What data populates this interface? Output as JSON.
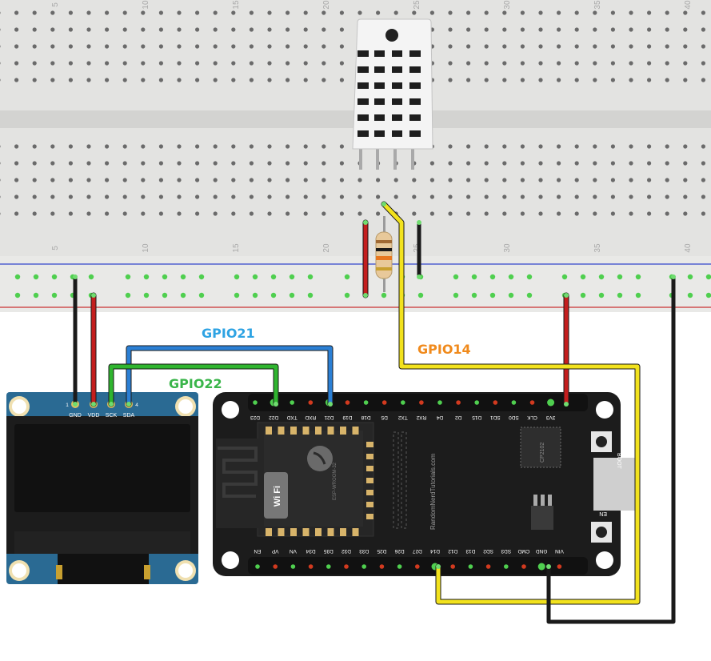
{
  "colors": {
    "breadboard": "#e3e3e1",
    "board_dark": "#1c1c1c",
    "oled_pcb": "#2a6a93",
    "wire_red": "#c41e1e",
    "wire_black": "#1a1a1a",
    "wire_yellow": "#f2e21d",
    "wire_blue": "#2b7fd4",
    "wire_green": "#2fb52f",
    "label_gpio21": "#2ea3e3",
    "label_gpio22": "#3ab54a",
    "label_gpio14": "#f08a1c"
  },
  "breadboard": {
    "column_numbers": [
      "5",
      "10",
      "15",
      "20",
      "25",
      "30",
      "35",
      "40"
    ]
  },
  "wire_labels": {
    "gpio21": "GPIO21",
    "gpio22": "GPIO22",
    "gpio14": "GPIO14"
  },
  "oled": {
    "pin_numbers": [
      "1",
      "4"
    ],
    "pins": [
      "GND",
      "VDD",
      "SCK",
      "SDA"
    ]
  },
  "esp32": {
    "top_pins": [
      "D23",
      "D22",
      "TXD",
      "RXD",
      "D21",
      "D19",
      "D18",
      "D5",
      "TX2",
      "RX2",
      "D4",
      "D2",
      "D15",
      "SD1",
      "SD0",
      "CLK",
      "3V3"
    ],
    "bottom_pins": [
      "EN",
      "VP",
      "VN",
      "D34",
      "D35",
      "D32",
      "D33",
      "D25",
      "D26",
      "D27",
      "D14",
      "D12",
      "D13",
      "SD2",
      "SD3",
      "CMD",
      "GND",
      "VIN"
    ],
    "module_label": "ESP-WROOM-32",
    "wifi_label": "Wi Fi",
    "chip_label": "CP2102",
    "watermark": "RandomNerdTutorials.com",
    "boot_label": "BOOT",
    "en_label": "EN"
  }
}
